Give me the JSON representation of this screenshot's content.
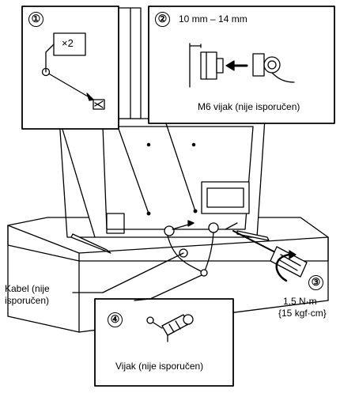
{
  "steps": {
    "step1": {
      "number": "①",
      "badge": "×2"
    },
    "step2": {
      "number": "②",
      "dimension": "10 mm – 14 mm",
      "screw_label": "M6 vijak (nije isporučen)"
    },
    "step3": {
      "number": "③",
      "torque_line1": "1,5 N·m",
      "torque_line2": "{15 kgf·cm}"
    },
    "step4": {
      "number": "④",
      "screw_label": "Vijak (nije isporučen)"
    }
  },
  "cable_label": {
    "line1": "Kabel (nije",
    "line2": "isporučen)"
  },
  "icons": [
    "screw-icon",
    "arrow-icon",
    "tv-set",
    "stand-surface",
    "screwdriver-icon",
    "rotate-arrow-icon",
    "cable-loop"
  ],
  "colors": {
    "line": "#000000",
    "panel": "#ffffff",
    "shade": "#dcdcdc"
  }
}
